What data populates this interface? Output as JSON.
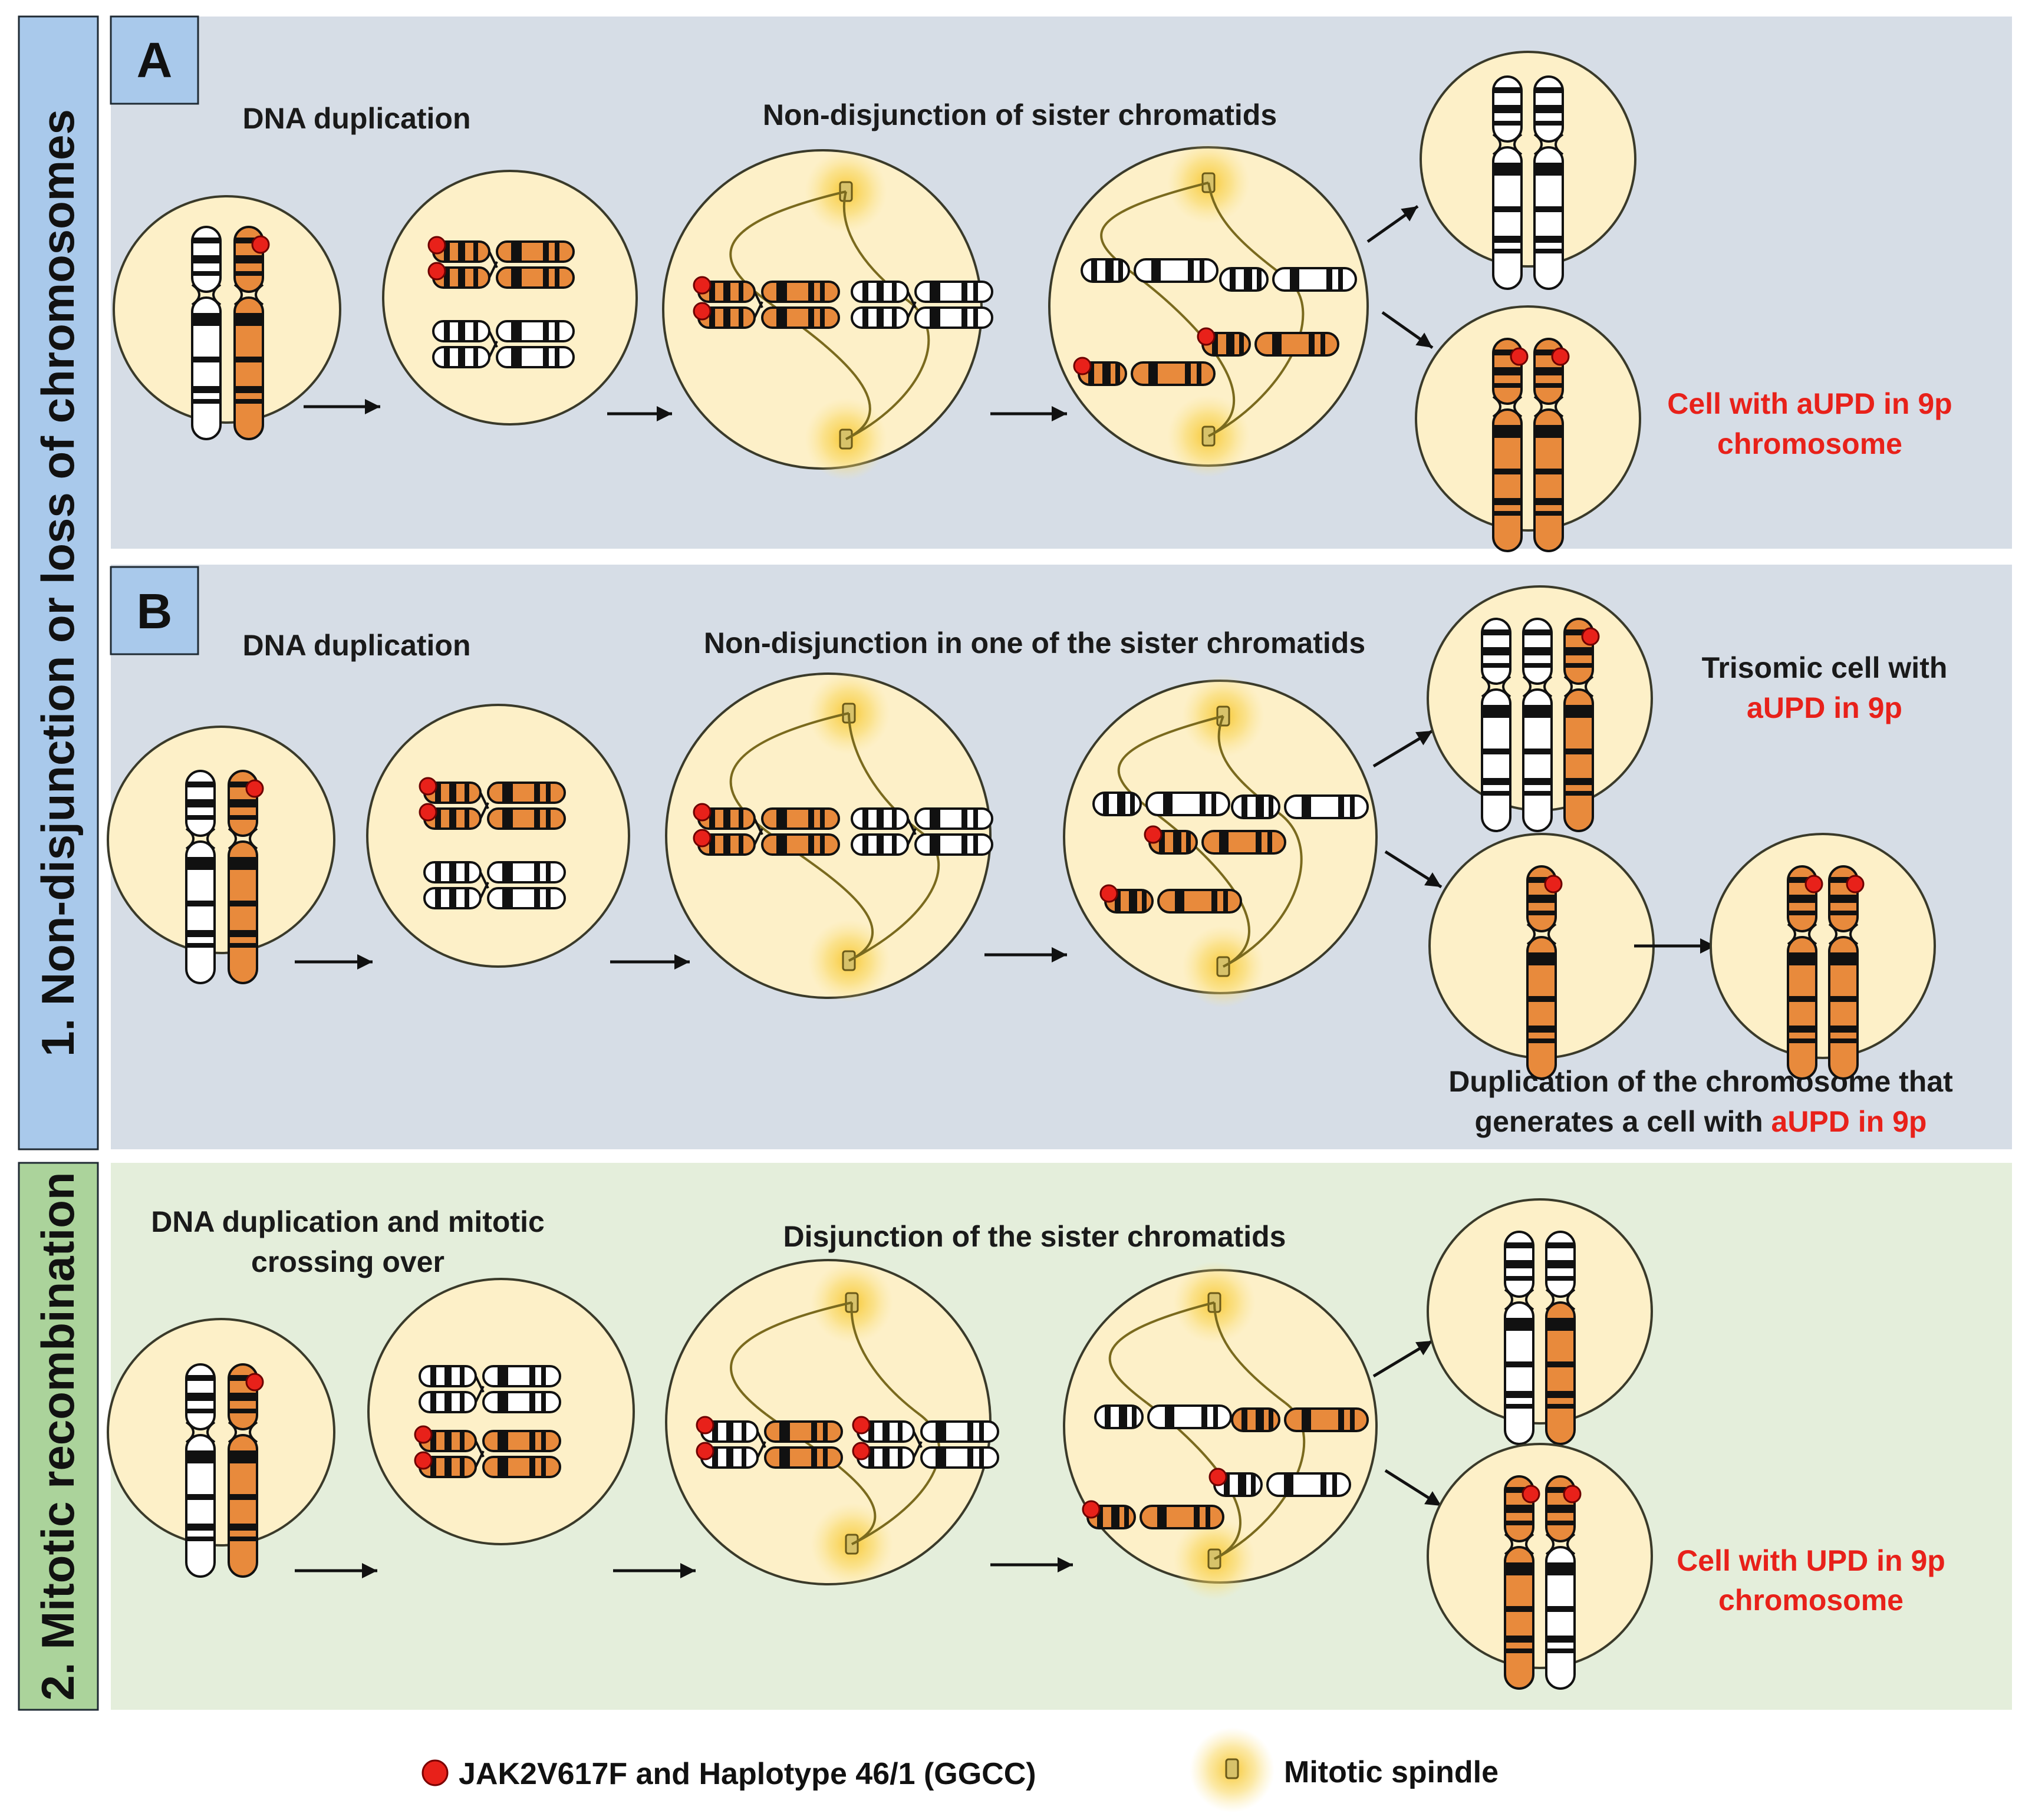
{
  "sections": {
    "s1": {
      "label": "1. Non-disjunction or loss of chromosomes"
    },
    "s2": {
      "label": "2. Mitotic recombination"
    }
  },
  "panels": {
    "A": {
      "letter": "A",
      "step1": "DNA duplication",
      "step2": "Non-disjunction of sister chromatids",
      "result": [
        "Cell with aUPD in 9p",
        "chromosome"
      ]
    },
    "B": {
      "letter": "B",
      "step1": "DNA duplication",
      "step2": "Non-disjunction in one of the sister chromatids",
      "trisomic": {
        "line1": "Trisomic cell with",
        "line2": "aUPD in 9p"
      },
      "dup": {
        "line1": "Duplication of the chromosome that",
        "line2a": "generates a cell with ",
        "line2b": "aUPD in 9p"
      }
    },
    "C": {
      "step1": [
        "DNA duplication and mitotic",
        "crossing over"
      ],
      "step2": "Disjunction of the sister chromatids",
      "result": [
        "Cell with UPD in 9p",
        "chromosome"
      ]
    }
  },
  "legend": {
    "mutation": "JAK2V617F and Haplotype 46/1 (GGCC)",
    "spindle": "Mitotic spindle"
  },
  "colors": {
    "panel_blue": "#d6dde6",
    "panel_green": "#e4eedb",
    "tab_blue": "#a9c9eb",
    "tab_green": "#abd39b",
    "cell": "#fdf0c8",
    "cell_border": "#8a7a2e",
    "chrom_orange": "#e88a3c",
    "mutation_red": "#e8211a",
    "spindle_fiber": "#7a6a1e",
    "highlight_text": "#e8211a"
  }
}
